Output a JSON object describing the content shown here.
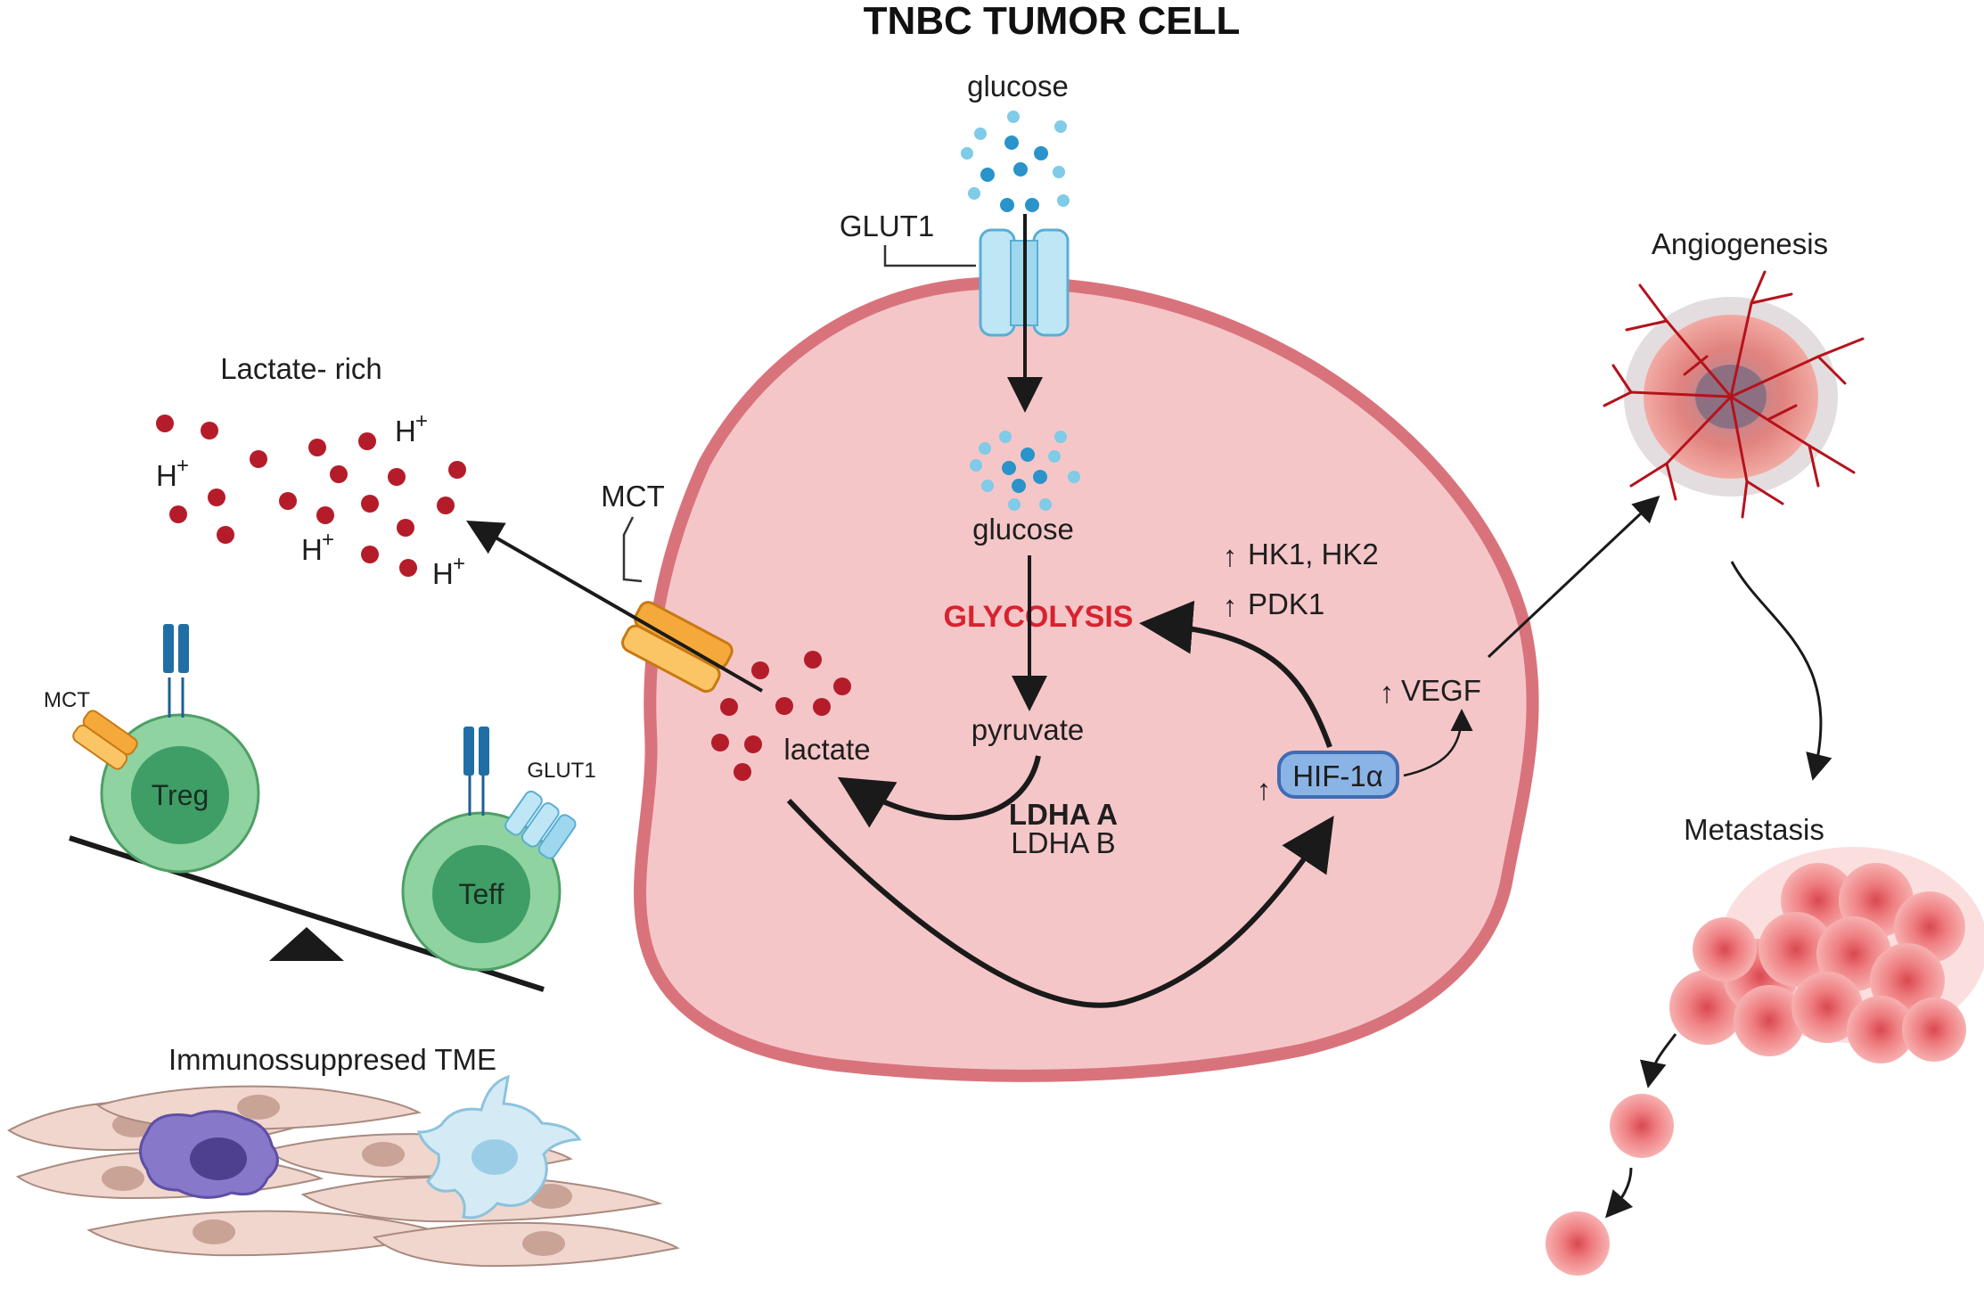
{
  "title": "TNBC TUMOR CELL",
  "labels": {
    "glucose_outside": "glucose",
    "glut1_membrane": "GLUT1",
    "glucose_inside": "glucose",
    "glycolysis": "GLYCOLYSIS",
    "pyruvate": "pyruvate",
    "lactate": "lactate",
    "ldha_a": "LDHA A",
    "ldha_b": "LDHA B",
    "hk": "HK1, HK2",
    "pdk1": "PDK1",
    "vegf": "VEGF",
    "hif": "HIF-1α",
    "mct_membrane": "MCT",
    "lactate_rich": "Lactate- rich",
    "h_plus": "H",
    "h_plus_sup": "+",
    "mct_treg": "MCT",
    "glut1_teff": "GLUT1",
    "treg": "Treg",
    "teff": "Teff",
    "immuno_tme": "Immunossuppresed TME",
    "angiogenesis": "Angiogenesis",
    "metastasis": "Metastasis"
  },
  "colors": {
    "cell_fill": "#f5c6c8",
    "cell_border": "#d9737b",
    "glycolysis_text": "#d8232f",
    "lactate_dot": "#b51c2a",
    "glucose_dot": "#3aa7d4",
    "hif_box": "#8bb4e6",
    "treg_teff": "#8fd3a0",
    "mct_orange": "#f5a93b",
    "glut_blue": "#bfe6f5",
    "vessel_red": "#b5121b"
  },
  "icons": [
    "glut1-transporter-icon",
    "mct-transporter-icon",
    "tcr-receptor-icon",
    "seesaw-icon",
    "tumor-vessel-icon",
    "cancer-cell-cluster-icon",
    "fibroblast-icon",
    "macrophage-icon",
    "dendritic-cell-icon"
  ]
}
